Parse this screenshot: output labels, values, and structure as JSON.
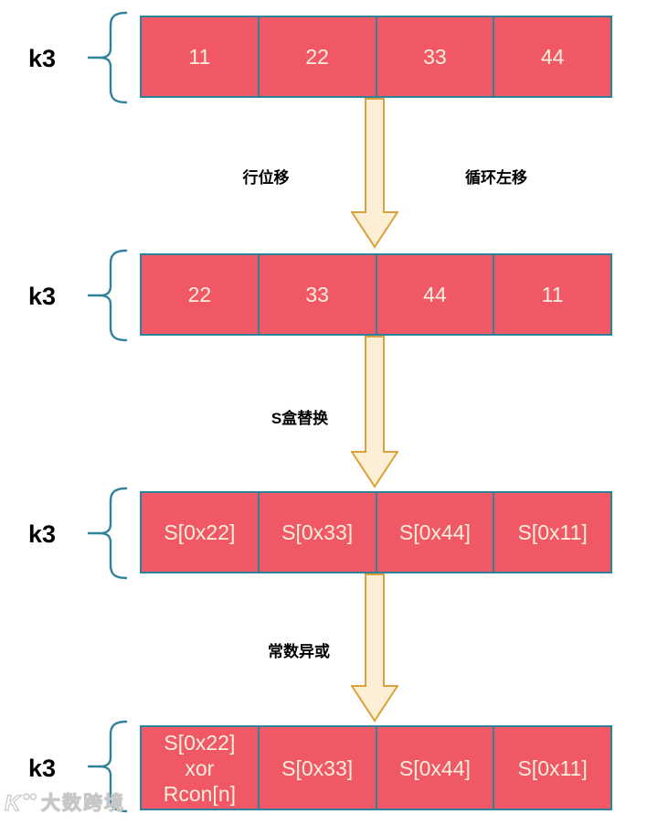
{
  "diagram": {
    "rows": [
      {
        "label": "k3",
        "cells": [
          "11",
          "22",
          "33",
          "44"
        ]
      },
      {
        "label": "k3",
        "cells": [
          "22",
          "33",
          "44",
          "11"
        ]
      },
      {
        "label": "k3",
        "cells": [
          "S[0x22]",
          "S[0x33]",
          "S[0x44]",
          "S[0x11]"
        ]
      },
      {
        "label": "k3",
        "cells": [
          "S[0x22]\nxor\nRcon[n]",
          "S[0x33]",
          "S[0x44]",
          "S[0x11]"
        ]
      }
    ],
    "steps": [
      {
        "left_label": "行位移",
        "right_label": "循环左移"
      },
      {
        "left_label": "S盒替换"
      },
      {
        "left_label": "常数异或"
      }
    ],
    "watermark": {
      "text": "大数跨境"
    },
    "colors": {
      "cell_fill": "#f15866",
      "cell_text": "#f7eedd",
      "line_teal": "#2f8299",
      "arrow_fill": "#fdeed6",
      "arrow_stroke": "#d9a23a"
    }
  }
}
